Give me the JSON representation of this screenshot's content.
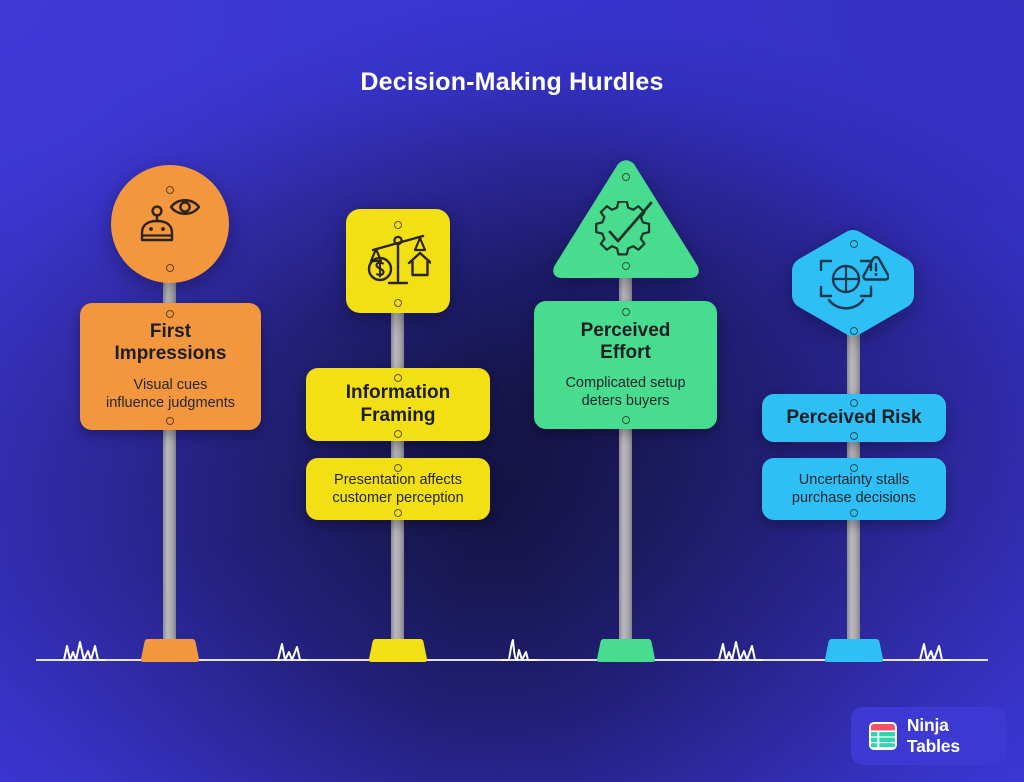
{
  "title": "Decision-Making Hurdles",
  "background": {
    "center_color": "#151345",
    "edge_color": "#3734cf"
  },
  "ground": {
    "line_color": "#ffffff",
    "grass_tufts": 5
  },
  "signs": [
    {
      "id": "first-impressions",
      "color": "#f2973e",
      "icon_shape": "circle",
      "icon_name": "robot-eye-icon",
      "heading": "First\nImpressions",
      "heading_line1": "First",
      "heading_line2": "Impressions",
      "subtitle_line1": "Visual cues",
      "subtitle_line2": "influence judgments",
      "layout": "combined"
    },
    {
      "id": "information-framing",
      "color": "#f2e014",
      "icon_shape": "square",
      "icon_name": "balance-scale-money-house-icon",
      "heading_line1": "Information",
      "heading_line2": "Framing",
      "subtitle_line1": "Presentation affects",
      "subtitle_line2": "customer perception",
      "layout": "split"
    },
    {
      "id": "perceived-effort",
      "color": "#48dc8e",
      "icon_shape": "triangle",
      "icon_name": "gear-checkmark-icon",
      "heading_line1": "Perceived",
      "heading_line2": "Effort",
      "subtitle_line1": "Complicated setup",
      "subtitle_line2": "deters buyers",
      "layout": "combined"
    },
    {
      "id": "perceived-risk",
      "color": "#2ec0f5",
      "icon_shape": "hexagon",
      "icon_name": "face-scan-warning-icon",
      "heading_line1": "Perceived Risk",
      "heading_line2": "",
      "subtitle_line1": "Uncertainty stalls",
      "subtitle_line2": "purchase decisions",
      "layout": "split"
    }
  ],
  "logo": {
    "text": "Ninja Tables",
    "icon_name": "ninja-tables-table-icon",
    "badge_color": "#3c3ad2",
    "icon_top_color": "#f2516b",
    "icon_body_color": "#2fd6b0"
  }
}
